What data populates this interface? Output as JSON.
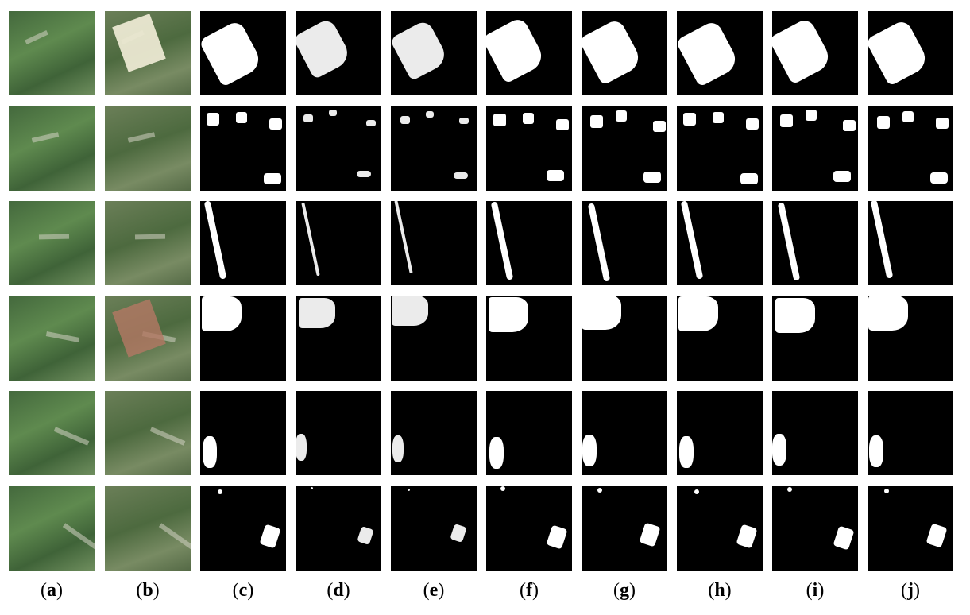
{
  "captions": [
    "a",
    "b",
    "c",
    "d",
    "e",
    "f",
    "g",
    "h",
    "i",
    "j"
  ]
}
